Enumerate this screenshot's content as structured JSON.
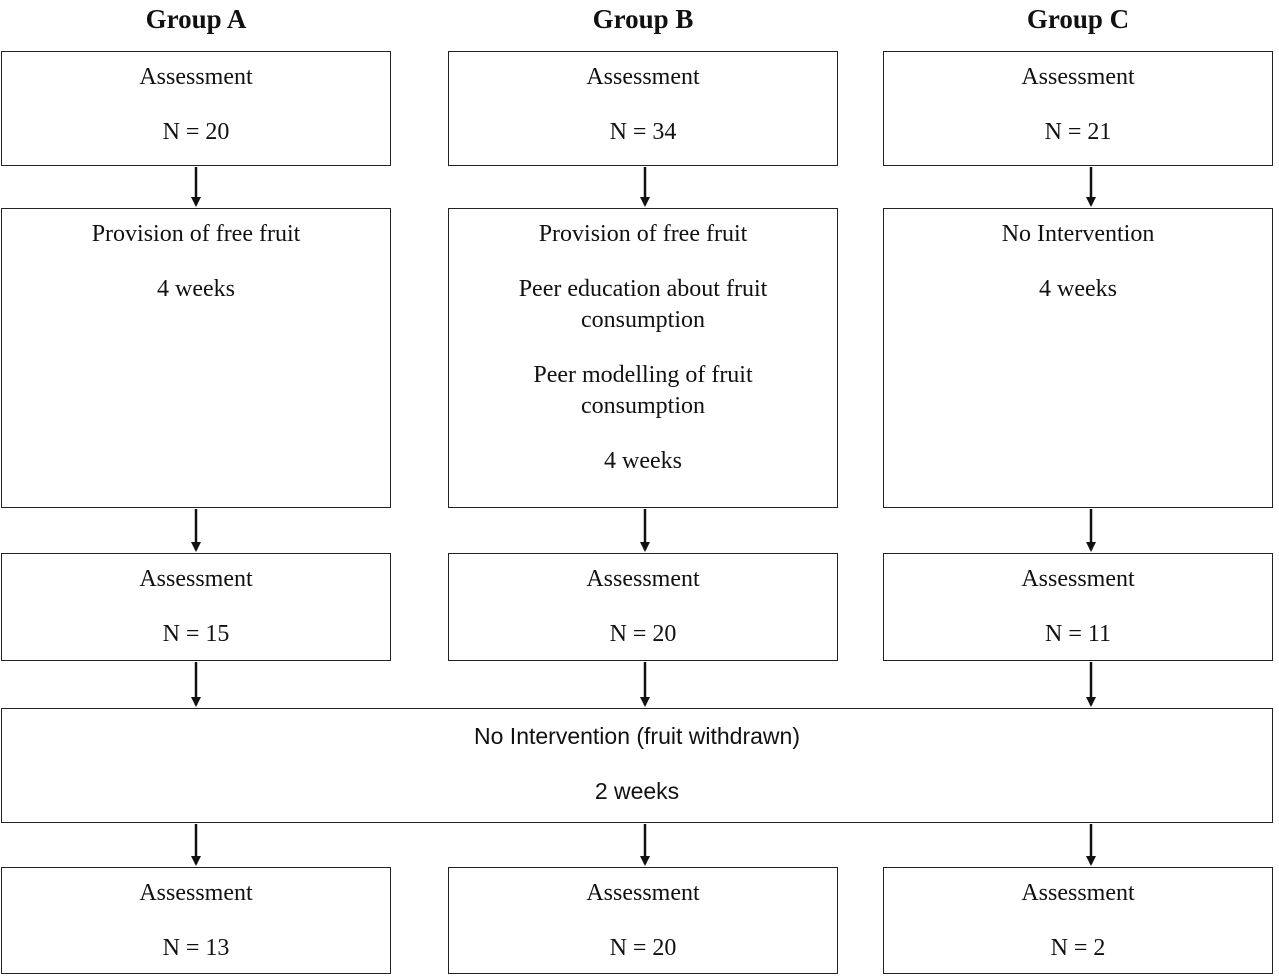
{
  "groups": [
    {
      "header": "Group A",
      "baseline": {
        "label": "Assessment",
        "n": "N = 20"
      },
      "intervention": {
        "lines": [
          "Provision of free fruit"
        ],
        "duration": "4 weeks"
      },
      "post": {
        "label": "Assessment",
        "n": "N = 15"
      },
      "followup": {
        "label": "Assessment",
        "n": "N = 13"
      }
    },
    {
      "header": "Group B",
      "baseline": {
        "label": "Assessment",
        "n": "N = 34"
      },
      "intervention": {
        "lines": [
          "Provision of free fruit",
          "Peer education about fruit consumption",
          "Peer modelling of fruit consumption"
        ],
        "duration": "4 weeks"
      },
      "post": {
        "label": "Assessment",
        "n": "N = 20"
      },
      "followup": {
        "label": "Assessment",
        "n": "N = 20"
      }
    },
    {
      "header": "Group C",
      "baseline": {
        "label": "Assessment",
        "n": "N = 21"
      },
      "intervention": {
        "lines": [
          "No Intervention"
        ],
        "duration": "4 weeks"
      },
      "post": {
        "label": "Assessment",
        "n": "N = 11"
      },
      "followup": {
        "label": "Assessment",
        "n": "N = 2"
      }
    }
  ],
  "washout": {
    "label": "No Intervention (fruit withdrawn)",
    "duration": "2 weeks"
  }
}
